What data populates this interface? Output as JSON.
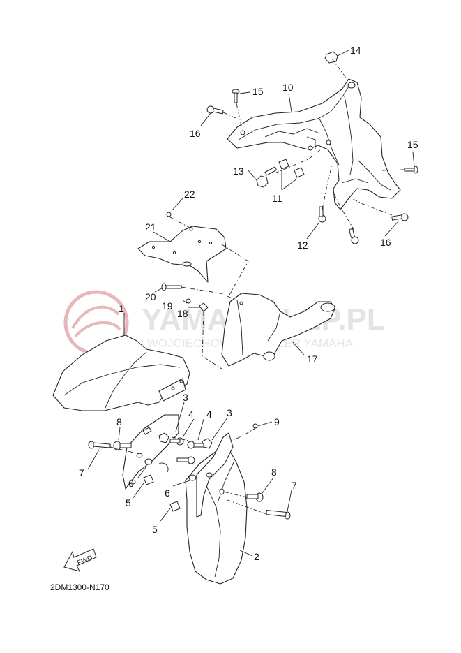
{
  "watermark": {
    "title": "YAMA-SKLEP.PL",
    "subtitle": "WOJCIECHOWSKI DEALER YAMAHA"
  },
  "fwd_label": "FWD",
  "diagram_code": "2DM1300-N170",
  "callouts": [
    {
      "id": "c14",
      "label": "14"
    },
    {
      "id": "c15a",
      "label": "15"
    },
    {
      "id": "c10",
      "label": "10"
    },
    {
      "id": "c16a",
      "label": "16"
    },
    {
      "id": "c15b",
      "label": "15"
    },
    {
      "id": "c13",
      "label": "13"
    },
    {
      "id": "c11",
      "label": "11"
    },
    {
      "id": "c12",
      "label": "12"
    },
    {
      "id": "c16b",
      "label": "16"
    },
    {
      "id": "c22",
      "label": "22"
    },
    {
      "id": "c21",
      "label": "21"
    },
    {
      "id": "c1",
      "label": "1"
    },
    {
      "id": "c20",
      "label": "20"
    },
    {
      "id": "c19",
      "label": "19"
    },
    {
      "id": "c18",
      "label": "18"
    },
    {
      "id": "c17",
      "label": "17"
    },
    {
      "id": "c3a",
      "label": "3"
    },
    {
      "id": "c4a",
      "label": "4"
    },
    {
      "id": "c4b",
      "label": "4"
    },
    {
      "id": "c3b",
      "label": "3"
    },
    {
      "id": "c9",
      "label": "9"
    },
    {
      "id": "c8a",
      "label": "8"
    },
    {
      "id": "c7a",
      "label": "7"
    },
    {
      "id": "c6a",
      "label": "6"
    },
    {
      "id": "c5a",
      "label": "5"
    },
    {
      "id": "c6b",
      "label": "6"
    },
    {
      "id": "c8b",
      "label": "8"
    },
    {
      "id": "c7b",
      "label": "7"
    },
    {
      "id": "c5b",
      "label": "5"
    },
    {
      "id": "c2",
      "label": "2"
    }
  ]
}
